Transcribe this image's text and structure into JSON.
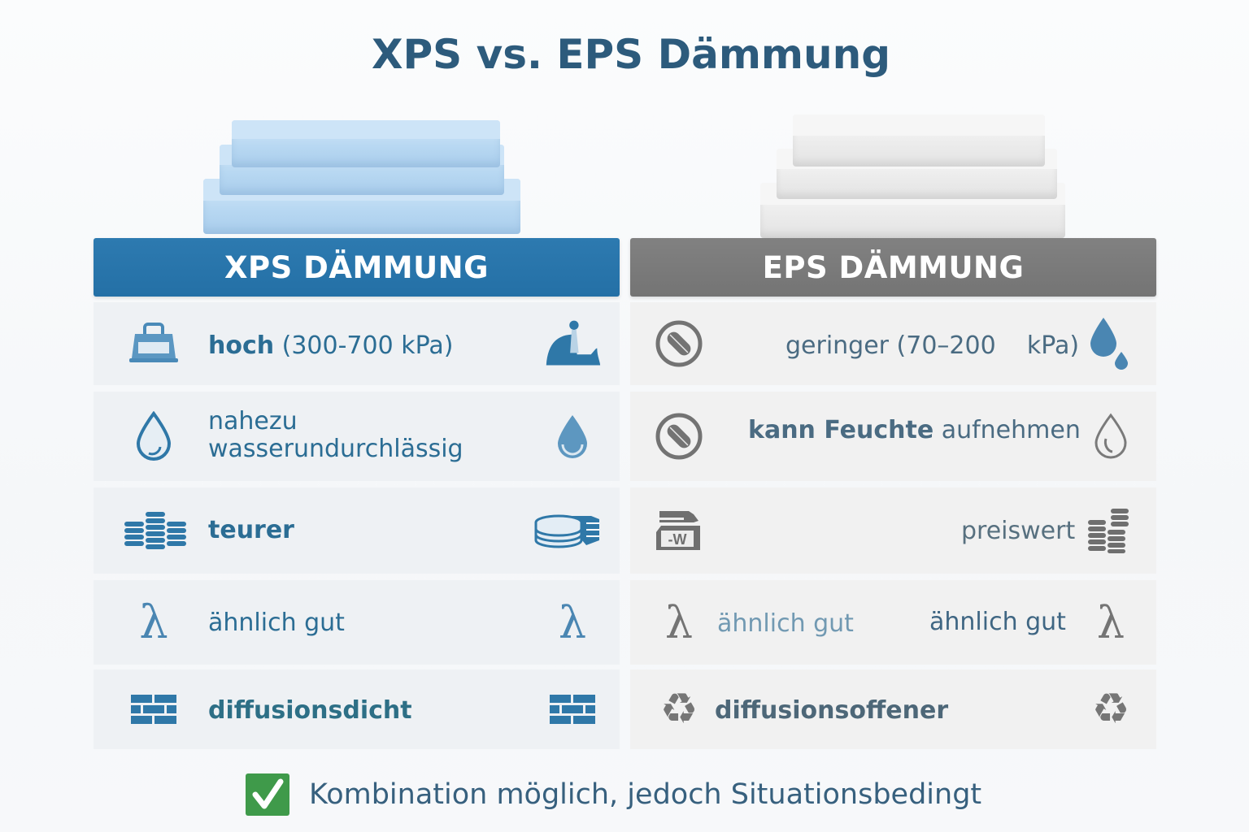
{
  "title": "XPS vs. EPS Dämmung",
  "colors": {
    "title": "#2d5b7c",
    "xps_header": "#2872a8",
    "eps_header": "#7a7a7a",
    "xps_icon": "#2f78a8",
    "eps_icon": "#6f6f6f",
    "check": "#3f9a4a"
  },
  "columns": {
    "xps": {
      "header": "XPS DÄMMUNG",
      "image": "blue-xps-foam-boards-stack",
      "rows": [
        {
          "bold": "hoch",
          "text": " (300-700 kPa)",
          "icon_left": "weight-bag-icon",
          "icon_right": "load-pressure-icon"
        },
        {
          "bold": "",
          "text": "nahezu\nwasserundurchlässig",
          "line1": "nahezu",
          "line2": "wasserundurchlässig",
          "icon_left": "water-drop-outline-icon",
          "icon_right": "water-drop-filled-icon"
        },
        {
          "bold": "teurer",
          "text": "",
          "icon_left": "coin-stacks-icon",
          "icon_right": "money-stack-icon"
        },
        {
          "bold": "",
          "text": "ähnlich gut",
          "icon_left": "lambda-icon",
          "icon_right": "lambda-icon"
        },
        {
          "bold": "diffusionsdicht",
          "text": "",
          "icon_left": "brick-wall-icon",
          "icon_right": "brick-wall-icon"
        }
      ]
    },
    "eps": {
      "header": "EPS DÄMMUNG",
      "image": "white-eps-foam-boards-stack",
      "rows": [
        {
          "bold": "",
          "text": "geringer (70–200    kPa)",
          "icon_left": "prohibited-icon",
          "icon_right": "water-drops-icon"
        },
        {
          "bold": "kann Feuchte",
          "text": " aufnehmen",
          "icon_left": "prohibited-icon",
          "icon_right": "water-drop-outline-icon"
        },
        {
          "bold": "",
          "text": "preiswert",
          "icon_left": "price-tag-folder-icon",
          "icon_right": "coin-stacks-icon"
        },
        {
          "bold": "",
          "text": "ähnlich gut",
          "text2": "ähnlich gut",
          "icon_left": "lambda-icon",
          "icon_right": "lambda-icon"
        },
        {
          "bold": "diffusionsoffener",
          "text": "",
          "icon_left": "recycle-icon",
          "icon_right": "recycle-icon"
        }
      ]
    }
  },
  "footer": {
    "icon": "checkmark-icon",
    "text": "Kombination möglich, jedoch Situationsbedingt"
  }
}
